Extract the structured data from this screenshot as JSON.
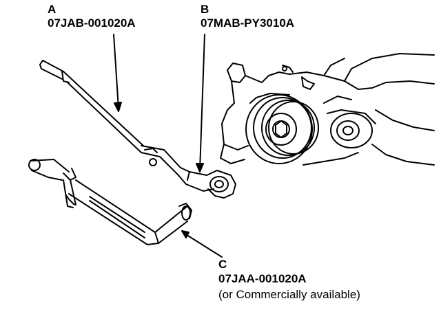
{
  "figure": {
    "callouts": [
      {
        "id": "A",
        "letter": "A",
        "part_number": "07JAB-001020A"
      },
      {
        "id": "B",
        "letter": "B",
        "part_number": "07MAB-PY3010A"
      },
      {
        "id": "C",
        "letter": "C",
        "part_number": "07JAA-001020A",
        "note": "(or Commercially available)"
      }
    ]
  },
  "colors": {
    "ink": "#000000",
    "paper": "#ffffff"
  },
  "icons": [
    "breaker-bar-tool",
    "pulley-holder-attachment",
    "handle-tool",
    "crankshaft-pulley",
    "engine-block"
  ]
}
